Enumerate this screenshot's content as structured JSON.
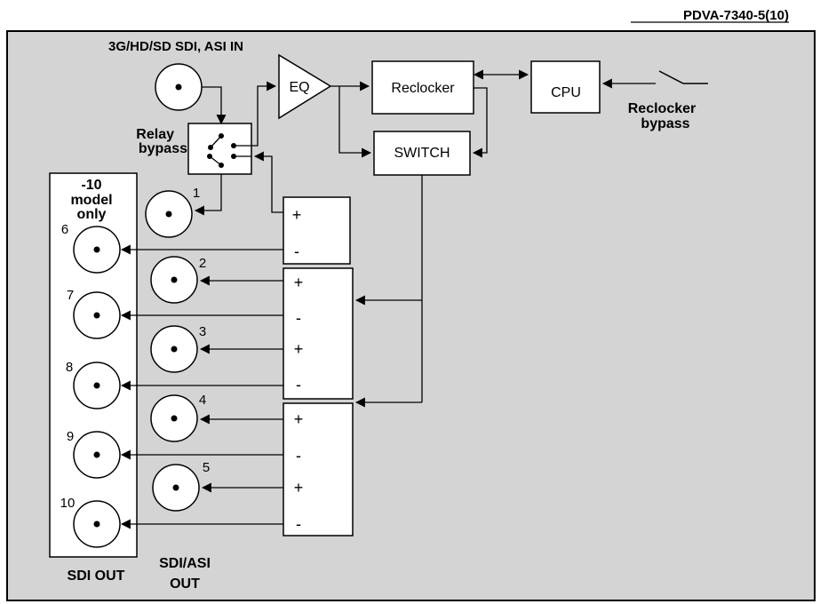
{
  "doc_id": "PDVA-7340-5(10)",
  "input_label": "3G/HD/SD SDI, ASI IN",
  "relay": {
    "line1": "Relay",
    "line2": "bypass"
  },
  "blocks": {
    "eq": "EQ",
    "reclocker": "Reclocker",
    "cpu": "CPU",
    "switch": "SWITCH"
  },
  "reclocker_bypass": {
    "line1": "Reclocker",
    "line2": "bypass"
  },
  "model_note": {
    "line1": "-10",
    "line2": "model",
    "line3": "only"
  },
  "outputs_left": [
    "6",
    "7",
    "8",
    "9",
    "10"
  ],
  "outputs_right": [
    "1",
    "2",
    "3",
    "4",
    "5"
  ],
  "driver1": {
    "plus": "+",
    "minus": "-"
  },
  "driver2": {
    "plus1": "+",
    "minus1": "-",
    "plus2": "+",
    "minus2": "-"
  },
  "driver3": {
    "plus1": "+",
    "minus1": "-",
    "plus2": "+",
    "minus2": "-"
  },
  "sdi_out_label": "SDI OUT",
  "sdi_asi_out_label": {
    "line1": "SDI/ASI",
    "line2": "OUT"
  },
  "colors": {
    "panel": "#d4d4d4",
    "line": "#000000",
    "box": "#ffffff"
  }
}
